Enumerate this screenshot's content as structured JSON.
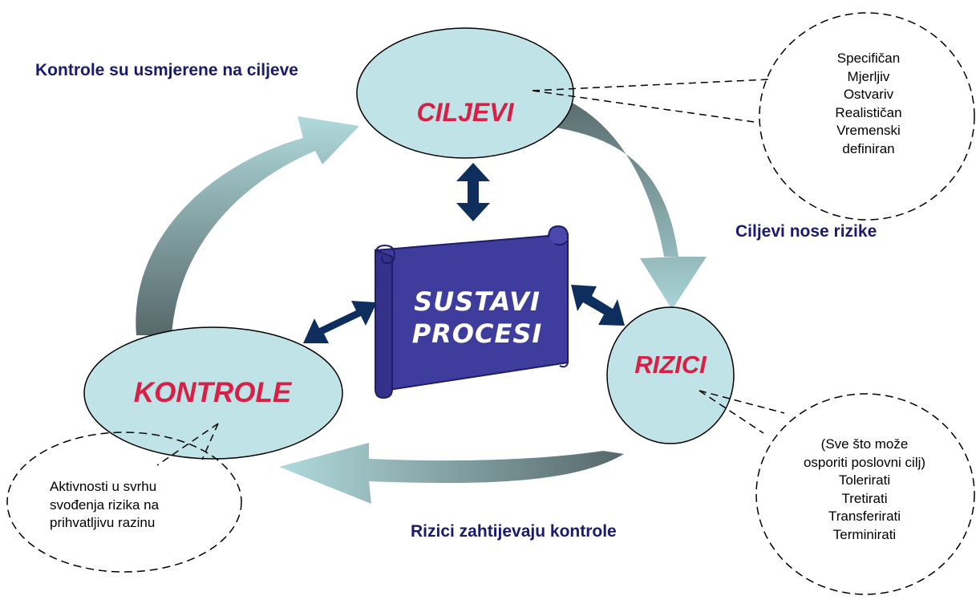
{
  "nodes": {
    "ciljevi": "CILJEVI",
    "rizici": "RIZICI",
    "kontrole": "KONTROLE"
  },
  "center": {
    "line1": "SUSTAVI",
    "line2": "PROCESI"
  },
  "cycle_labels": {
    "kontrole_to_ciljevi": "Kontrole su usmjerene na ciljeve",
    "ciljevi_to_rizici": "Ciljevi nose rizike",
    "rizici_to_kontrole": "Rizici zahtijevaju kontrole"
  },
  "notes": {
    "ciljevi": [
      "Specifičan",
      "Mjerljiv",
      "Ostvariv",
      "Realističan",
      "Vremenski",
      "definiran"
    ],
    "rizici": [
      "(Sve što može",
      "osporiti poslovni cilj)",
      "Tolerirati",
      "Tretirati",
      "Transferirati",
      "Terminirati"
    ],
    "kontrole": [
      "Aktivnosti u svrhu",
      "svođenja rizika na",
      "prihvatljivu razinu"
    ]
  },
  "colors": {
    "node_fill": "#bfe3e6",
    "node_text": "#d81f45",
    "caption_text": "#1a1a6e",
    "scroll_fill": "#3e3c9c",
    "double_arrow": "#0e2f5e",
    "cycle_arrow_dark": "#5b6f71",
    "cycle_arrow_light": "#a9d4d6"
  }
}
